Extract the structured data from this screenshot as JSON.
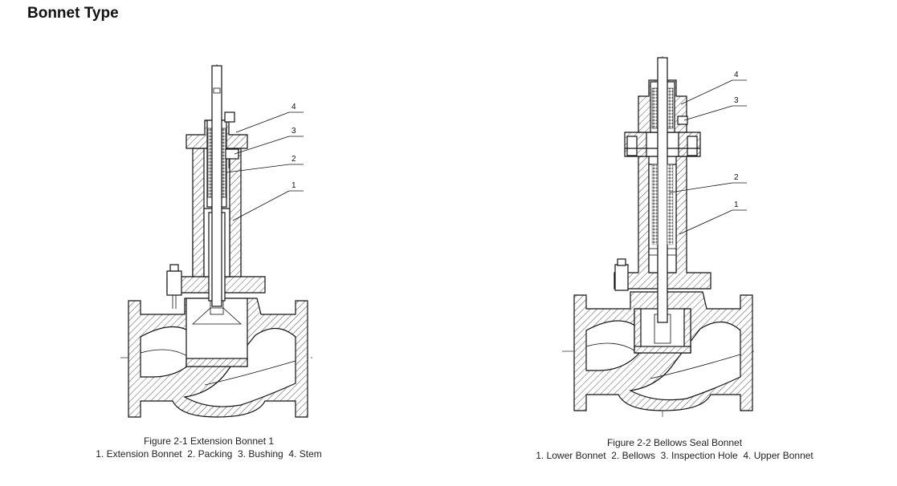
{
  "page": {
    "title": "Bonnet Type"
  },
  "figure1": {
    "caption_title": "Figure 2-1 Extension Bonnet 1",
    "caption_parts": "1. Extension Bonnet  2. Packing  3. Bushing  4. Stem",
    "labels": [
      "1",
      "2",
      "3",
      "4"
    ]
  },
  "figure2": {
    "caption_title": "Figure 2-2 Bellows Seal Bonnet",
    "caption_parts": "1. Lower Bonnet  2. Bellows  3. Inspection Hole  4. Upper Bonnet",
    "labels": [
      "1",
      "2",
      "3",
      "4"
    ]
  }
}
